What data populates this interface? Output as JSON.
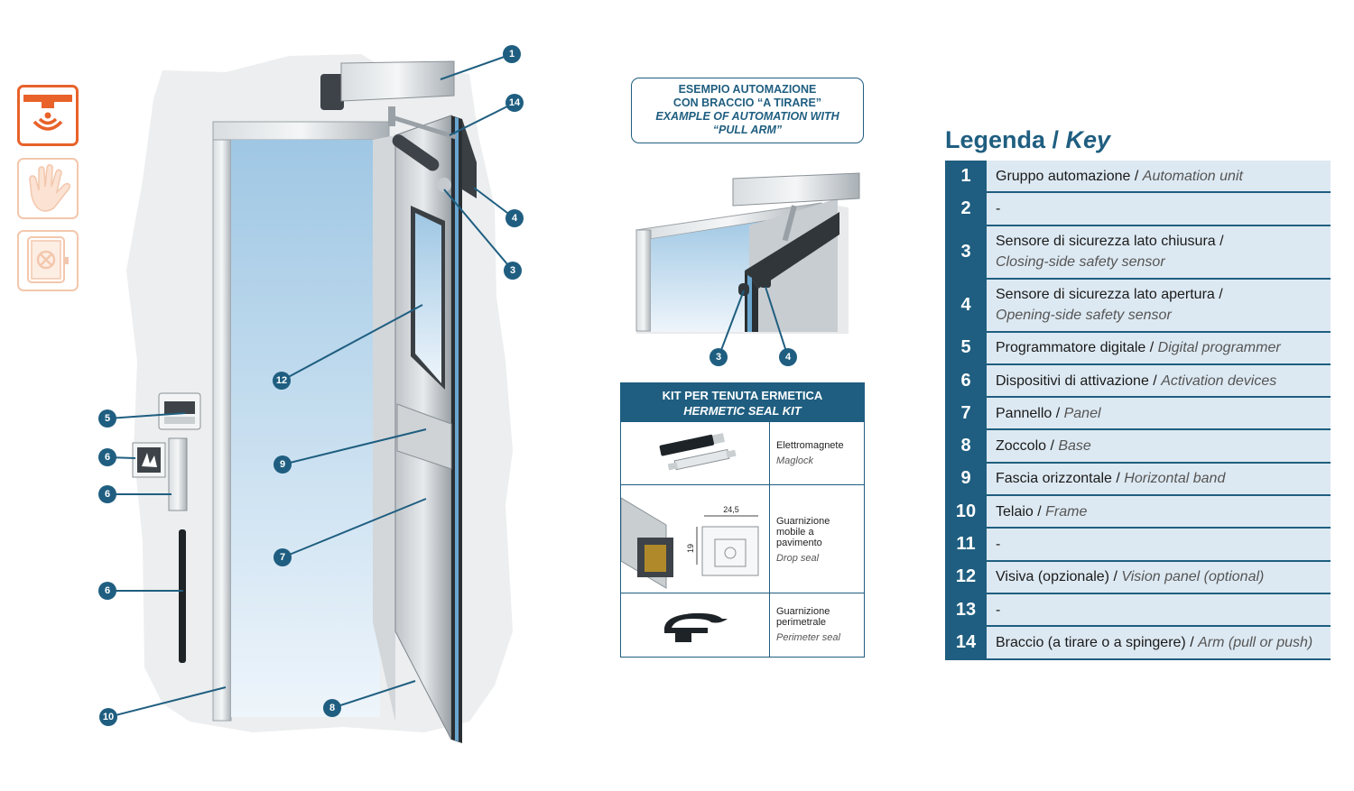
{
  "colors": {
    "accent": "#1f5e80",
    "orange": "#e8622a",
    "legend_bg": "#dde9f2"
  },
  "side_icons": [
    "sensor-icon",
    "hand-icon",
    "emergency-button-icon"
  ],
  "callouts_main": [
    "1",
    "14",
    "4",
    "3",
    "12",
    "5",
    "6",
    "6",
    "9",
    "7",
    "6",
    "10",
    "8"
  ],
  "example_box": {
    "line1": "ESEMPIO AUTOMAZIONE",
    "line2_pre": "CON BRACCIO ",
    "line2_bold": "“A TIRARE”",
    "line3": "EXAMPLE OF AUTOMATION WITH",
    "line4": "“PULL ARM”"
  },
  "detail_callouts": [
    "3",
    "4"
  ],
  "kit": {
    "title_it": "KIT PER TENUTA ERMETICA",
    "title_en": "HERMETIC SEAL KIT",
    "items": [
      {
        "it": "Elettromagnete",
        "en": "Maglock"
      },
      {
        "it": "Guarnizione mobile a pavimento",
        "en": "Drop seal",
        "dim_w": "24,5",
        "dim_h": "19"
      },
      {
        "it": "Guarnizione perimetrale",
        "en": "Perimeter seal"
      }
    ]
  },
  "legend": {
    "title_it": "Legenda / ",
    "title_en": "Key",
    "rows": [
      {
        "num": "1",
        "it": "Gruppo automazione / ",
        "en": "Automation unit"
      },
      {
        "num": "2",
        "it": "-",
        "en": ""
      },
      {
        "num": "3",
        "it": "Sensore di sicurezza lato chiusura /",
        "en": "Closing-side safety sensor",
        "two_line": true
      },
      {
        "num": "4",
        "it": "Sensore di sicurezza lato apertura /",
        "en": "Opening-side safety sensor",
        "two_line": true
      },
      {
        "num": "5",
        "it": "Programmatore digitale / ",
        "en": "Digital programmer"
      },
      {
        "num": "6",
        "it": "Dispositivi di attivazione / ",
        "en": "Activation devices"
      },
      {
        "num": "7",
        "it": "Pannello / ",
        "en": "Panel"
      },
      {
        "num": "8",
        "it": "Zoccolo / ",
        "en": "Base"
      },
      {
        "num": "9",
        "it": "Fascia orizzontale / ",
        "en": "Horizontal band"
      },
      {
        "num": "10",
        "it": "Telaio / ",
        "en": "Frame"
      },
      {
        "num": "11",
        "it": "-",
        "en": ""
      },
      {
        "num": "12",
        "it": "Visiva (opzionale) / ",
        "en": "Vision panel (optional)"
      },
      {
        "num": "13",
        "it": "-",
        "en": ""
      },
      {
        "num": "14",
        "it": "Braccio (a tirare o a spingere) / ",
        "en": "Arm (pull or push)"
      }
    ]
  }
}
